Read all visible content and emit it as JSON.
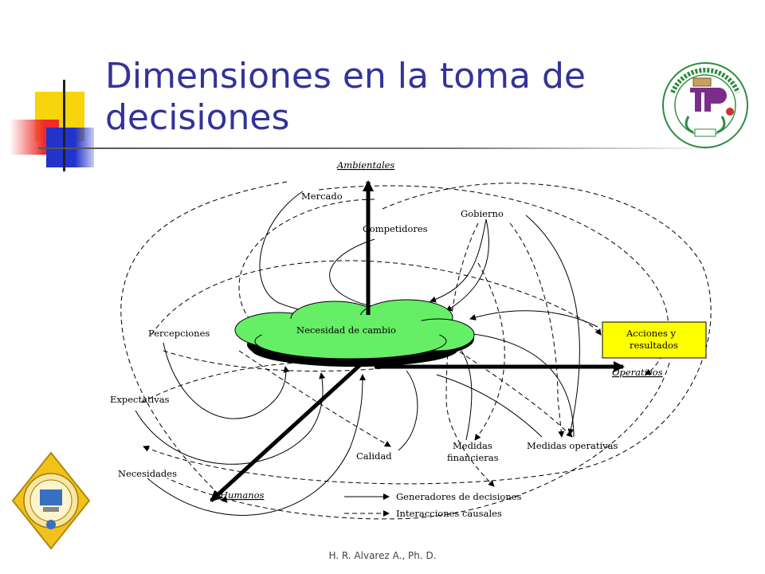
{
  "slide": {
    "title_line1": "Dimensiones en la toma de",
    "title_line2": "decisiones",
    "footer": "H. R. Alvarez A., Ph. D."
  },
  "diagram": {
    "axes": {
      "vertical": "Ambientales",
      "horizontal": "Operativos",
      "diagonal": "Humanos"
    },
    "center": "Necesidad de cambio",
    "nodes": {
      "mercado": "Mercado",
      "competidores": "Competidores",
      "gobierno": "Gobierno",
      "percepciones": "Percepciones",
      "expectativas": "Expectativas",
      "necesidades": "Necesidades",
      "calidad": "Calidad",
      "medidas_financieras_1": "Medidas",
      "medidas_financieras_2": "financieras",
      "medidas_operativas": "Medidas operativas"
    },
    "result_box": {
      "line1": "Acciones  y",
      "line2": "resultados",
      "color": "#ffff00"
    },
    "legend": {
      "solid": "Generadores de decisiones",
      "dashed": "Interacciones causales"
    }
  },
  "colors": {
    "title": "#333399",
    "cloud": "#66ee66",
    "accent_yellow": "#f7d40c",
    "accent_red": "#ee2a2a",
    "accent_blue": "#2233cc"
  }
}
